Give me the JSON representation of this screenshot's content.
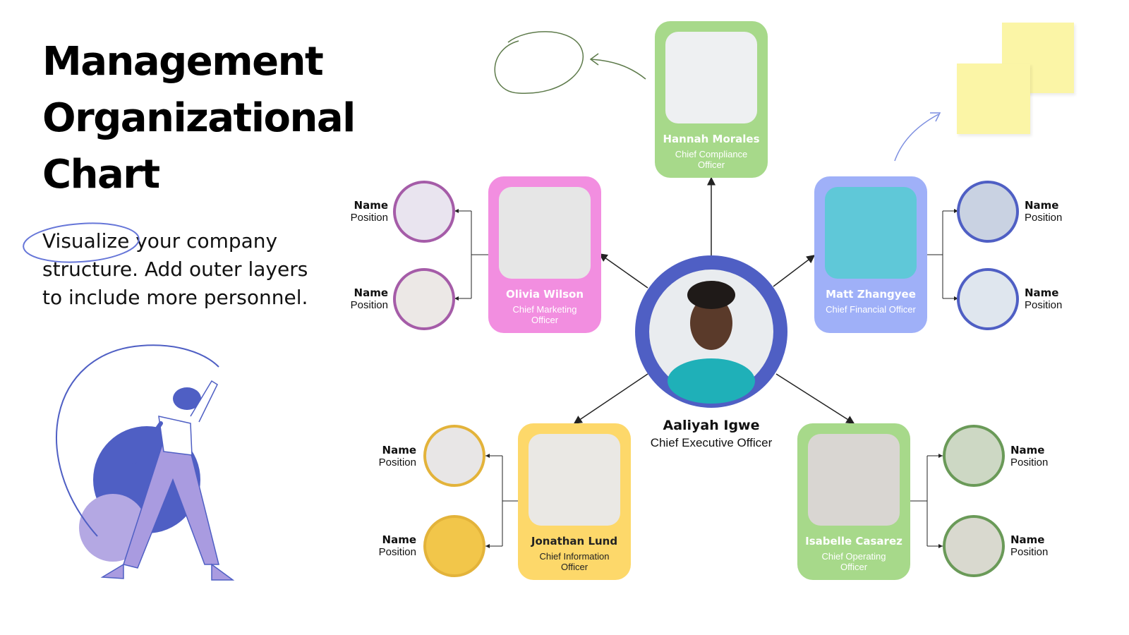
{
  "title": "Management Organizational Chart",
  "subtitle": "Visualize your company structure. Add outer layers to include more personnel.",
  "colors": {
    "pink": "#f28ee0",
    "green": "#a7d98a",
    "blue": "#9fb0f8",
    "yellow": "#fdd86a",
    "ceo_ring": "#4f5fc4",
    "purple_ring": "#a55ca8",
    "yellow_ring": "#e3b33a",
    "green_ring": "#6a9a58",
    "blue_ring": "#4f5fc4"
  },
  "ceo": {
    "name": "Aaliyah Igwe",
    "position": "Chief Executive Officer"
  },
  "executives": [
    {
      "id": "compliance",
      "name": "Hannah Morales",
      "position": "Chief Compliance Officer"
    },
    {
      "id": "marketing",
      "name": "Olivia Wilson",
      "position": "Chief Marketing Officer"
    },
    {
      "id": "financial",
      "name": "Matt Zhangyee",
      "position": "Chief Financial Officer"
    },
    {
      "id": "information",
      "name": "Jonathan Lund",
      "position": "Chief Information Officer"
    },
    {
      "id": "operating",
      "name": "Isabelle Casarez",
      "position": "Chief Operating Officer"
    }
  ],
  "placeholder": {
    "name": "Name",
    "position": "Position"
  }
}
